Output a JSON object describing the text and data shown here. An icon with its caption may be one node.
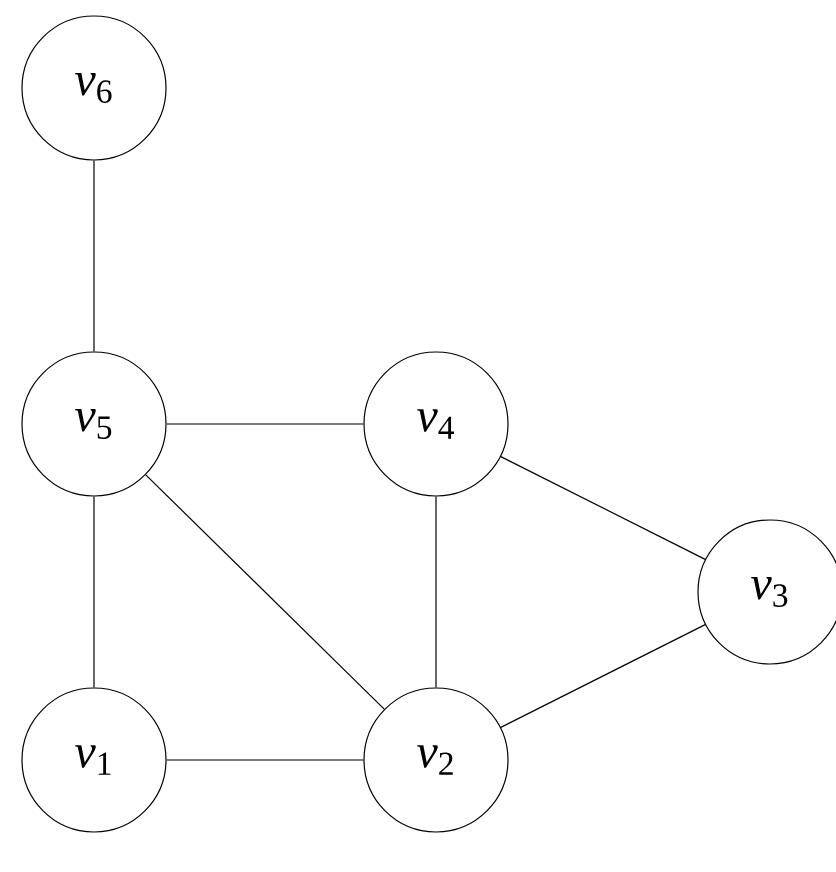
{
  "diagram": {
    "nodes": [
      {
        "text": [
          "*v*$_{6}$"
        ]
      },
      {
        "text": [
          "*v*$_{5}$"
        ]
      },
      {
        "text": [
          "*v*$_{4}$"
        ]
      },
      {
        "text": [
          "*v*$_{3}$"
        ]
      },
      {
        "text": [
          "*v*$_{1}$"
        ]
      },
      {
        "text": [
          "*v*$_{2}$"
        ]
      }
    ],
    "edges": [
      {
        "from": 0,
        "to": 1,
        "arrow": "none"
      },
      {
        "from": 1,
        "to": 2,
        "arrow": "none"
      },
      {
        "from": 1,
        "to": 4,
        "arrow": "none"
      },
      {
        "from": 1,
        "to": 5,
        "arrow": "none"
      },
      {
        "from": 2,
        "to": 5,
        "arrow": "none"
      },
      {
        "from": 2,
        "to": 3,
        "arrow": "none"
      },
      {
        "from": 4,
        "to": 5,
        "arrow": "none"
      },
      {
        "from": 5,
        "to": 3,
        "arrow": "none"
      }
    ]
  }
}
